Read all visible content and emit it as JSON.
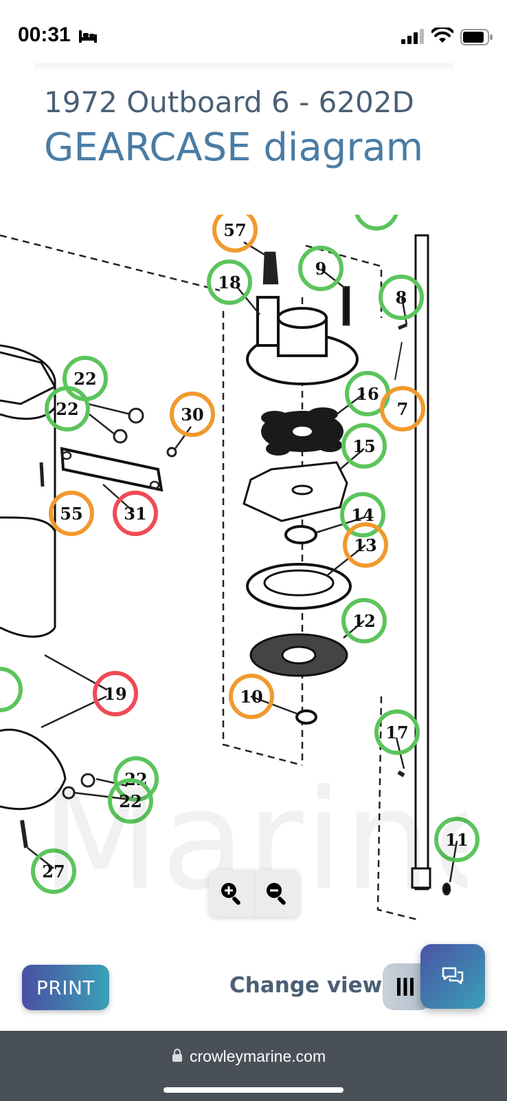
{
  "status_bar": {
    "time": "00:31"
  },
  "page": {
    "title_line1": "1972 Outboard 6 - 6202D",
    "title_line2": "GEARCASE diagram",
    "watermark": "Marine"
  },
  "callouts": [
    {
      "label": "57",
      "status": "orange"
    },
    {
      "label": "18",
      "status": "green"
    },
    {
      "label": "9",
      "status": "green"
    },
    {
      "label": "8",
      "status": "green"
    },
    {
      "label": "22",
      "status": "green"
    },
    {
      "label": "22",
      "status": "green"
    },
    {
      "label": "30",
      "status": "orange"
    },
    {
      "label": "16",
      "status": "green"
    },
    {
      "label": "7",
      "status": "orange"
    },
    {
      "label": "15",
      "status": "green"
    },
    {
      "label": "55",
      "status": "orange"
    },
    {
      "label": "31",
      "status": "red"
    },
    {
      "label": "14",
      "status": "green"
    },
    {
      "label": "13",
      "status": "orange"
    },
    {
      "label": "12",
      "status": "green"
    },
    {
      "label": "19",
      "status": "red"
    },
    {
      "label": "10",
      "status": "orange"
    },
    {
      "label": "17",
      "status": "green"
    },
    {
      "label": "22",
      "status": "green"
    },
    {
      "label": "22",
      "status": "green"
    },
    {
      "label": "11",
      "status": "green"
    },
    {
      "label": "27",
      "status": "green"
    }
  ],
  "colors": {
    "green": "#5cc45c",
    "orange": "#f09a2e",
    "red": "#ef4b55"
  },
  "controls": {
    "zoom_in_icon": "zoom-in-icon",
    "zoom_out_icon": "zoom-out-icon",
    "print_label": "PRINT",
    "change_view_label": "Change view:",
    "chat_icon": "chat-icon"
  },
  "browser": {
    "url": "crowleymarine.com"
  }
}
